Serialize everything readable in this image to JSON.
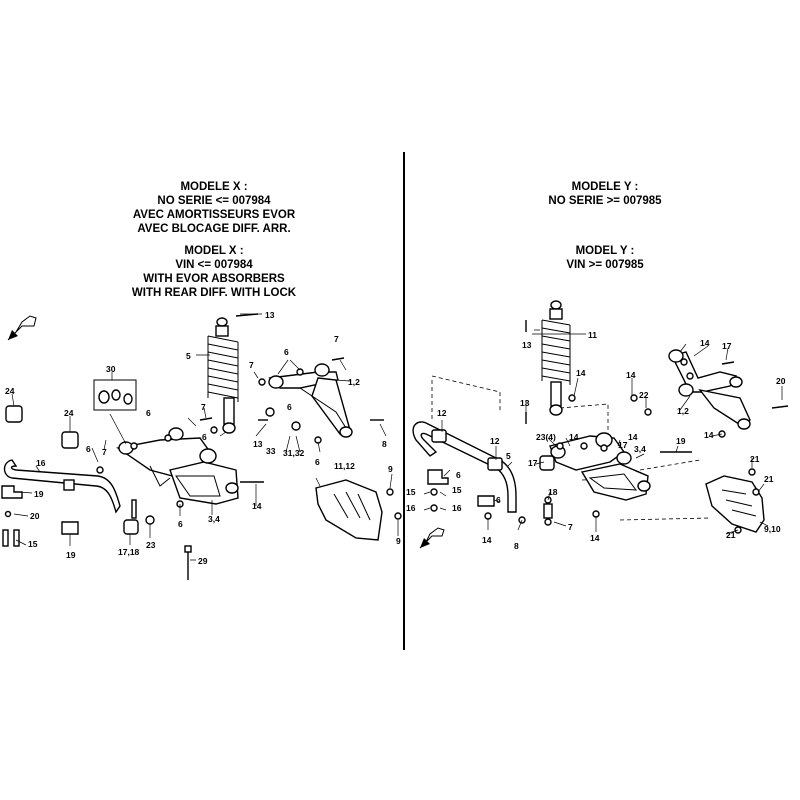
{
  "left_header": {
    "french": [
      "MODELE X :",
      "NO SERIE <= 007984",
      "AVEC AMORTISSEURS EVOR",
      "AVEC BLOCAGE DIFF. ARR."
    ],
    "english": [
      "MODEL X :",
      "VIN <= 007984",
      "WITH EVOR ABSORBERS",
      "WITH REAR DIFF. WITH LOCK"
    ]
  },
  "right_header": {
    "french": [
      "MODELE Y :",
      "NO SERIE >= 007985"
    ],
    "english": [
      "MODEL Y :",
      "VIN >= 007985"
    ]
  },
  "left_callouts": [
    "13",
    "5",
    "7",
    "6",
    "1,2",
    "7",
    "6",
    "30",
    "24",
    "24",
    "6",
    "7",
    "6",
    "7",
    "6",
    "13",
    "33",
    "31,32",
    "6",
    "8",
    "16",
    "19",
    "20",
    "15",
    "19",
    "17,18",
    "23",
    "6",
    "3,4",
    "14",
    "11,12",
    "9",
    "9",
    "29"
  ],
  "right_callouts": [
    "11",
    "13",
    "14",
    "14",
    "13",
    "14",
    "17",
    "22",
    "14",
    "1,2",
    "20",
    "14",
    "12",
    "12",
    "23(4)",
    "14",
    "5",
    "17",
    "17",
    "3,4",
    "19",
    "6",
    "15",
    "15",
    "16",
    "16",
    "6",
    "18",
    "7",
    "14",
    "8",
    "14",
    "21",
    "21",
    "9,10",
    "21"
  ]
}
